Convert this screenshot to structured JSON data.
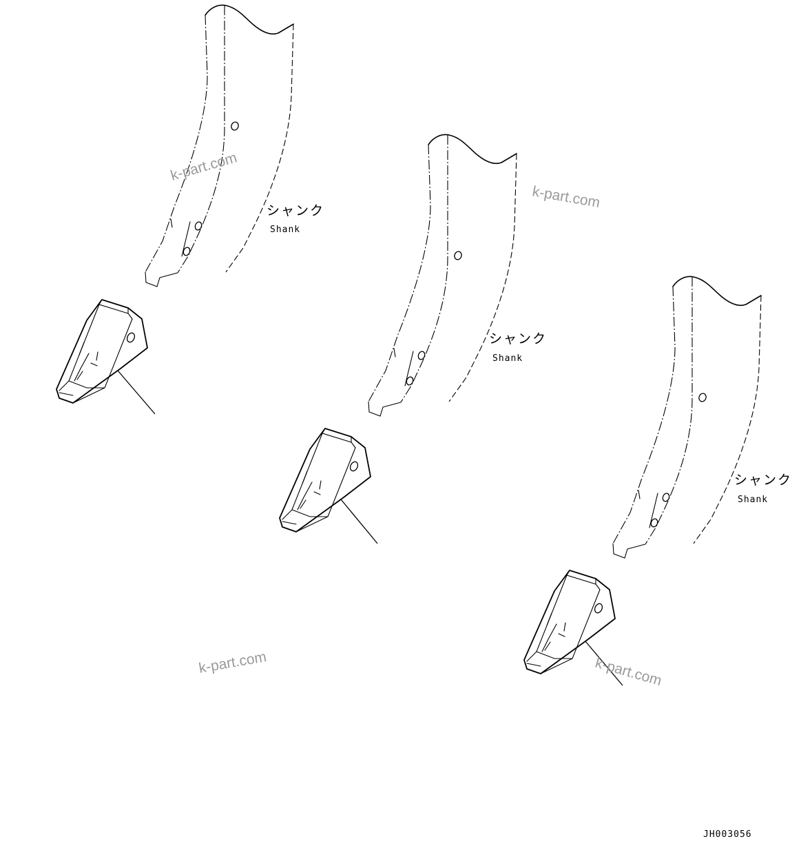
{
  "labels": {
    "shank_jp": "シャンク",
    "shank_en": "Shank"
  },
  "watermark": "k-part.com",
  "drawing_code": "JH003056"
}
